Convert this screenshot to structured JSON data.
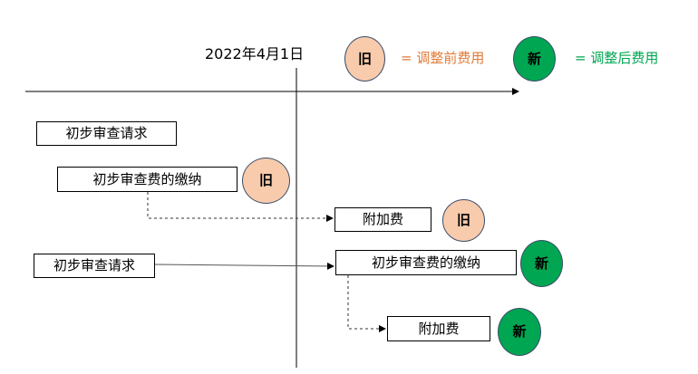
{
  "date_label": "2022年4月1日",
  "legend": {
    "old_symbol": "旧",
    "old_text": "= 调整前费用",
    "old_color": "#e07b39",
    "new_symbol": "新",
    "new_text": "= 调整后费用",
    "new_color": "#00a651"
  },
  "before_case": {
    "request": "初步审查请求",
    "payment": "初步审查费的缴纳",
    "payment_fee": "旧",
    "surcharge": "附加费",
    "surcharge_fee": "旧"
  },
  "after_case": {
    "request": "初步审查请求",
    "payment": "初步审查费的缴纳",
    "payment_fee": "新",
    "surcharge": "附加费",
    "surcharge_fee": "新"
  }
}
